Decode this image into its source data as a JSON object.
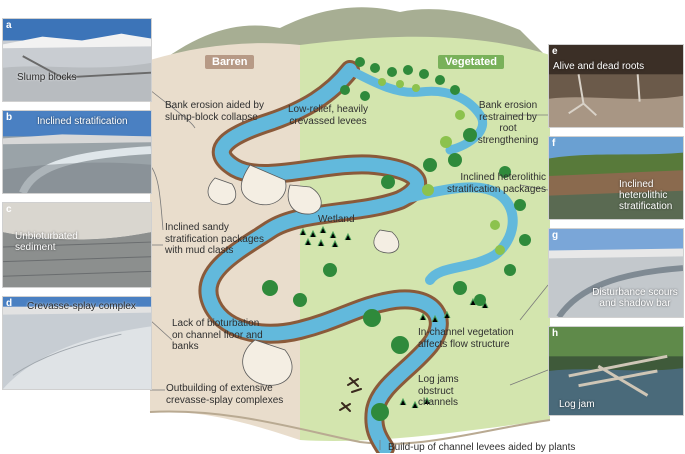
{
  "tags": {
    "barren": "Barren",
    "vegetated": "Vegetated"
  },
  "colors": {
    "barren_tag": "#b79a86",
    "vegetated_tag": "#79b15a",
    "river": "#62b9dc",
    "river_edge": "#2f86b8",
    "bank": "#8a5a3a",
    "barren_ground": "#e8dccb",
    "vegetated_ground": "#cfe3a8",
    "mountain": "#9aa58a"
  },
  "panels": {
    "a": {
      "letter": "a",
      "caption": "Slump blocks"
    },
    "b": {
      "letter": "b",
      "caption": "Inclined stratification"
    },
    "c": {
      "letter": "c",
      "caption": "Unbioturbated sediment"
    },
    "d": {
      "letter": "d",
      "caption": "Crevasse-splay complex"
    },
    "e": {
      "letter": "e",
      "caption": "Alive and dead roots"
    },
    "f": {
      "letter": "f",
      "caption": "Inclined heterolithic stratification"
    },
    "g": {
      "letter": "g",
      "caption": "Disturbance scours and shadow bar"
    },
    "h": {
      "letter": "h",
      "caption": "Log jam"
    }
  },
  "annotations": {
    "bank_erosion_slump": "Bank erosion aided by slump-block collapse",
    "low_relief_levees": "Low-relief, heavily crevassed levees",
    "bank_erosion_roots": "Bank erosion restrained by root strengthening",
    "inclined_heterolithic": "Inclined heterolithic stratification packages",
    "wetland": "Wetland",
    "inclined_sandy": "Inclined sandy stratification packages with mud clasts",
    "lack_bioturbation": "Lack of bioturbation on channel floor and banks",
    "in_channel_vegetation": "In-channel vegetation affects flow structure",
    "log_jams": "Log jams obstruct channels",
    "outbuilding": "Outbuilding of extensive crevasse-splay complexes",
    "build_up_levees": "Build-up of channel levees aided by plants"
  }
}
